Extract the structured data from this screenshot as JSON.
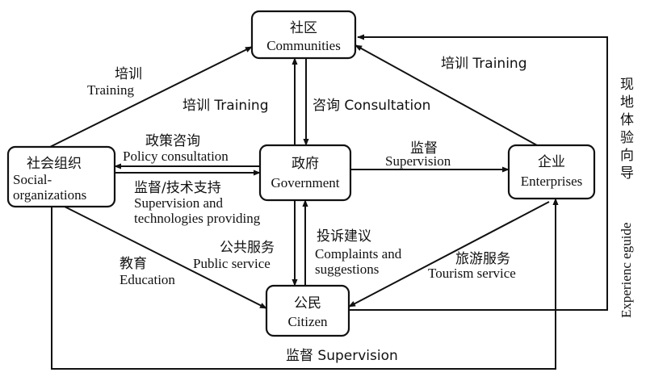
{
  "nodes": {
    "communities": {
      "cn": "社区",
      "en": "Communities"
    },
    "social": {
      "cn": "社会组织",
      "en1": "Social-",
      "en2": "organizations"
    },
    "government": {
      "cn": "政府",
      "en": "Government"
    },
    "enterprises": {
      "cn": "企业",
      "en": "Enterprises"
    },
    "citizen": {
      "cn": "公民",
      "en": "Citizen"
    }
  },
  "labels": {
    "social_comm_cn": "培训",
    "social_comm_en": "Training",
    "gov_comm_training": "培训 Training",
    "comm_gov_consult": "咨询 Consultation",
    "ent_comm_training": "培训 Training",
    "gov_social_cn": "政策咨询",
    "gov_social_en": "Policy consultation",
    "social_gov_cn": "监督/技术支持",
    "social_gov_en1": "Supervision and",
    "social_gov_en2": "technologies providing",
    "gov_ent_cn": "监督",
    "gov_ent_en": "Supervision",
    "gov_cit_cn": "公共服务",
    "gov_cit_en": "Public service",
    "cit_gov_cn": "投诉建议",
    "cit_gov_en1": "Complaints and",
    "cit_gov_en2": "suggestions",
    "social_cit_cn": "教育",
    "social_cit_en": "Education",
    "ent_cit_cn": "旅游服务",
    "ent_cit_en": "Tourism service",
    "bottom_supervision": "监督 Supervision",
    "side_cn": "现地体验向导",
    "side_en": "Experienc eguide"
  }
}
